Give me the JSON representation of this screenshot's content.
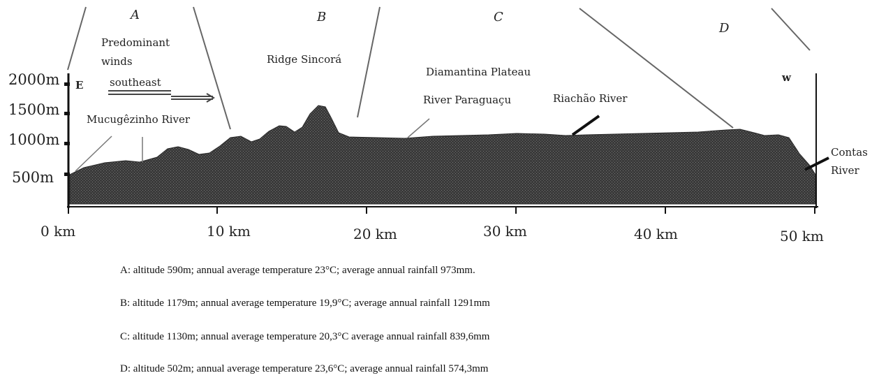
{
  "zones": [
    "A",
    "B",
    "C",
    "D"
  ],
  "altitude_labels": [
    "2000m",
    "1500m",
    "1000m",
    "500m"
  ],
  "km_labels": [
    "0 km",
    "10 km",
    "20 km",
    "30 km",
    "40 km",
    "50 km"
  ],
  "direction": {
    "east": "E",
    "west": "w"
  },
  "annotations": {
    "winds_line1": "Predominant",
    "winds_line2": "winds",
    "winds_line3": "southeast",
    "ridge": "Ridge Sincorá",
    "plateau": "Diamantina Plateau",
    "paraguacu": "River Paraguaçu",
    "riachao": "Riachão River",
    "mucugezinho": "Mucugêzinho River",
    "contas_line1": "Contas",
    "contas_line2": "River"
  },
  "legend": [
    "A: altitude 590m; annual average temperature 23°C; average annual rainfall 973mm.",
    "B: altitude 1179m; annual average temperature 19,9°C; average annual rainfall 1291mm",
    "C: altitude 1130m; annual average temperature 20,3°C average annual rainfall 839,6mm",
    "D: altitude 502m; annual average temperature 23,6°C; average annual rainfall 574,3mm"
  ],
  "colors": {
    "terrain": "#3c3c3c",
    "lines": "#555555",
    "axis": "#111111"
  }
}
